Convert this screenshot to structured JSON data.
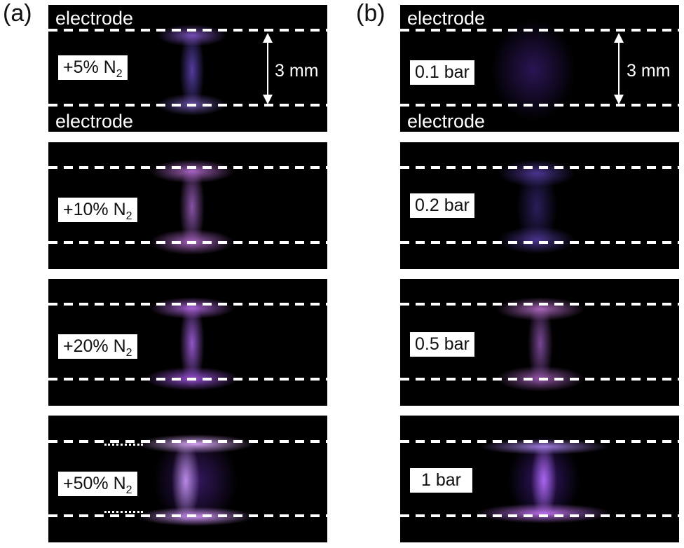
{
  "figure": {
    "column_a": {
      "label": "(a)",
      "panels": [
        {
          "condition": "+5% N",
          "subscript": "2",
          "intensity": "weak"
        },
        {
          "condition": "+10% N",
          "subscript": "2",
          "intensity": "medium"
        },
        {
          "condition": "+20% N",
          "subscript": "2",
          "intensity": "medium-strong"
        },
        {
          "condition": "+50% N",
          "subscript": "2",
          "intensity": "strong"
        }
      ]
    },
    "column_b": {
      "label": "(b)",
      "panels": [
        {
          "condition": "0.1 bar",
          "intensity": "very weak"
        },
        {
          "condition": "0.2 bar",
          "intensity": "weak"
        },
        {
          "condition": "0.5 bar",
          "intensity": "medium"
        },
        {
          "condition": "1 bar",
          "intensity": "strong"
        }
      ]
    },
    "annotations": {
      "electrode_top": "electrode",
      "electrode_bottom": "electrode",
      "gap_a": "3 mm",
      "gap_b": "3 mm"
    },
    "colors": {
      "background": "#000000",
      "plasma_violet": "#8a4fd8",
      "plasma_pink": "#d98ae8",
      "dash_line": "#ffffff"
    }
  }
}
